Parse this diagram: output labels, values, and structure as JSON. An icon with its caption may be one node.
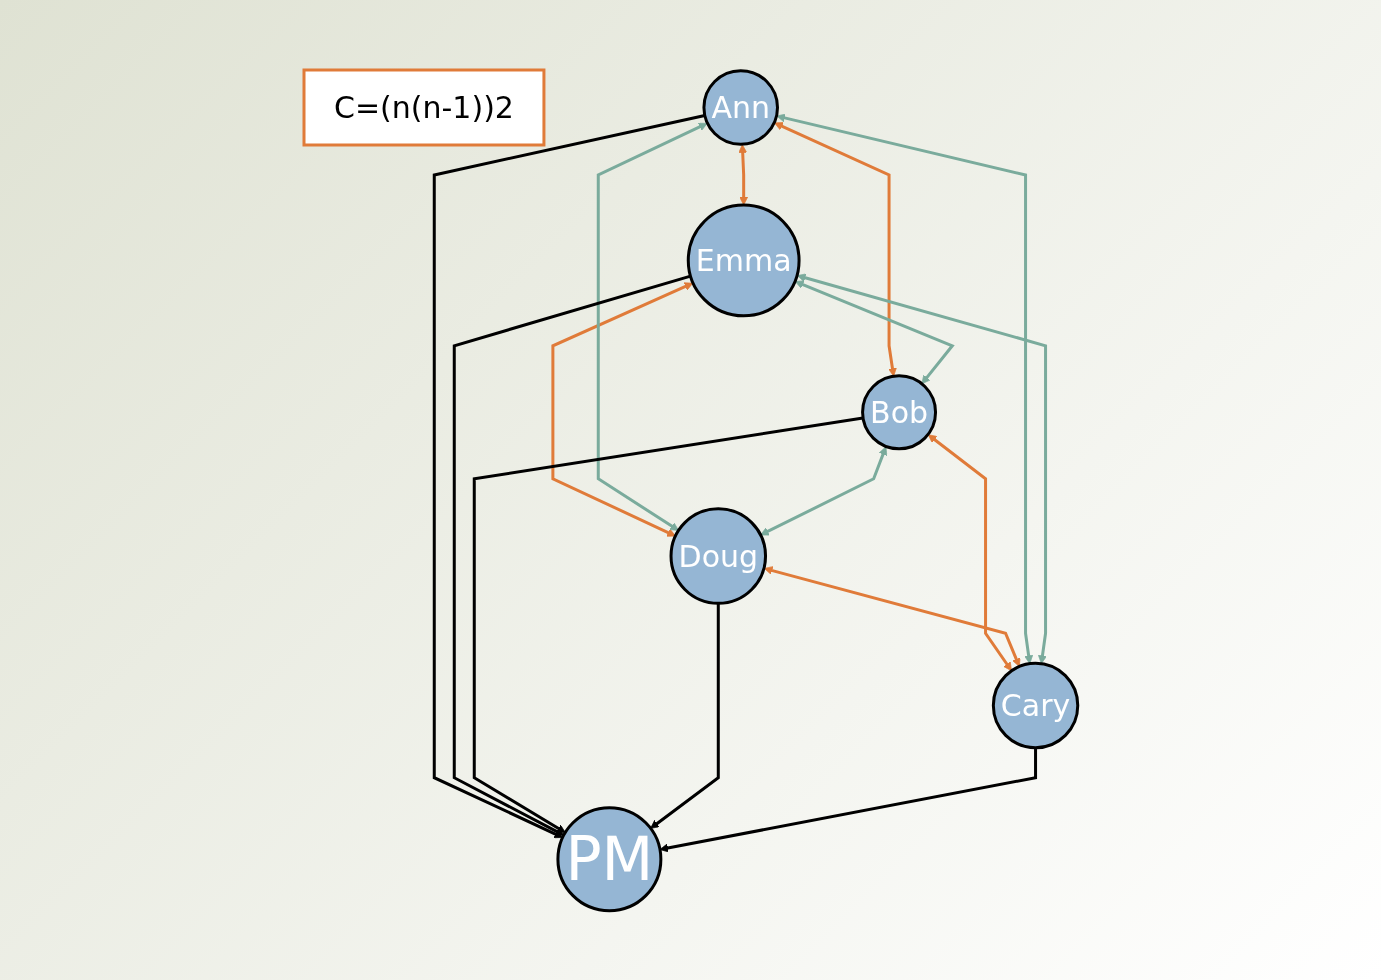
{
  "diagram": {
    "nodes": [
      {
        "text": [
          "Ann"
        ]
      },
      {
        "text": [
          "C=(n(n-1))2"
        ]
      },
      {
        "text": [
          "Emma"
        ]
      },
      {
        "text": [
          "Bob"
        ]
      },
      {
        "text": [
          "PM"
        ]
      },
      {
        "text": [
          "Doug"
        ]
      },
      {
        "text": [
          "Cary"
        ]
      }
    ],
    "edges": [
      {
        "from": 0,
        "to": 2,
        "arrow": "both",
        "color": "#e07b39"
      },
      {
        "from": 0,
        "to": 3,
        "arrow": "both",
        "color": "#e07b39"
      },
      {
        "from": 2,
        "to": 5,
        "arrow": "both",
        "color": "#e07b39"
      },
      {
        "from": 3,
        "to": 6,
        "arrow": "both",
        "color": "#e07b39"
      },
      {
        "from": 5,
        "to": 6,
        "arrow": "both",
        "color": "#e07b39"
      },
      {
        "from": 2,
        "to": 3,
        "arrow": "both",
        "color": "#7aab9c"
      },
      {
        "from": 0,
        "to": 5,
        "arrow": "both",
        "color": "#7aab9c"
      },
      {
        "from": 0,
        "to": 6,
        "arrow": "both",
        "color": "#7aab9c"
      },
      {
        "from": 2,
        "to": 6,
        "arrow": "both",
        "color": "#7aab9c"
      },
      {
        "from": 3,
        "to": 5,
        "arrow": "both",
        "color": "#7aab9c"
      },
      {
        "from": 0,
        "to": 4,
        "arrow": "to",
        "color": "#000000"
      },
      {
        "from": 2,
        "to": 4,
        "arrow": "to",
        "color": "#000000"
      },
      {
        "from": 3,
        "to": 4,
        "arrow": "to",
        "color": "#000000"
      },
      {
        "from": 5,
        "to": 4,
        "arrow": "to",
        "color": "#000000"
      },
      {
        "from": 6,
        "to": 4,
        "arrow": "to",
        "color": "#000000"
      }
    ]
  }
}
